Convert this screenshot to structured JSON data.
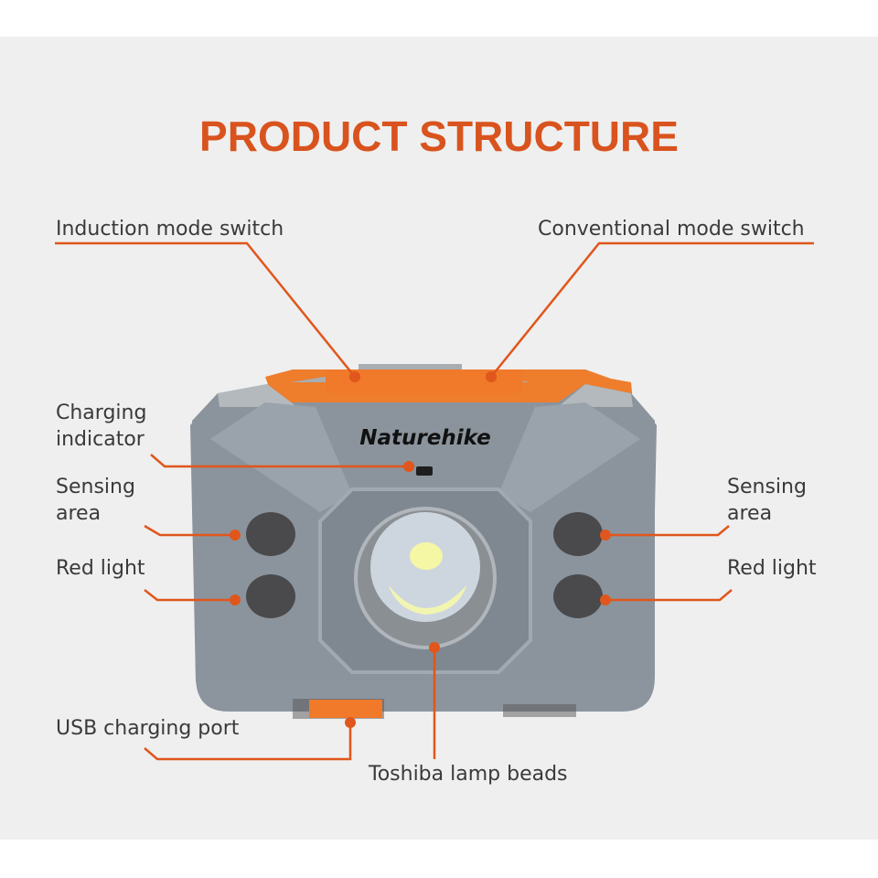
{
  "title": "PRODUCT STRUCTURE",
  "brand": "Naturehike",
  "labels": {
    "induction_mode_switch": "Induction mode switch",
    "conventional_mode_switch": "Conventional mode switch",
    "charging_indicator": [
      "Charging",
      "indicator"
    ],
    "sensing_area_left": [
      "Sensing",
      "area"
    ],
    "red_light_left": "Red light",
    "sensing_area_right": [
      "Sensing",
      "area"
    ],
    "red_light_right": "Red light",
    "usb_charging_port": "USB charging port",
    "toshiba_lamp_beads": "Toshiba lamp beads"
  },
  "colors": {
    "accent": "#d9531e",
    "leader": "#e0561c",
    "body": "#8a939c",
    "background": "#efefef"
  }
}
